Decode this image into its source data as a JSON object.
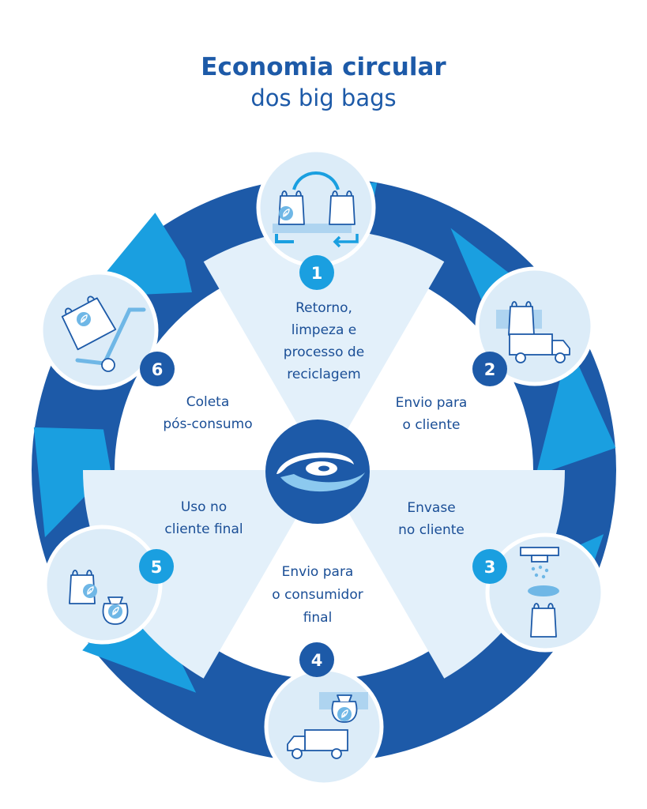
{
  "header": {
    "title": "Economia circular",
    "subtitle": "dos big bags"
  },
  "colors": {
    "ring_dark": "#1d5aa8",
    "ring_light": "#1a9fe0",
    "wedge": "#e3f0fa",
    "bubble": "#dcecf8",
    "badge_dark": "#1d5aa8",
    "badge_light": "#1a9fe0",
    "text": "#1a4e96"
  },
  "steps": [
    {
      "number": "1",
      "lines": [
        "Retorno,",
        "limpeza e",
        "processo de",
        "reciclagem"
      ],
      "icon": "bag-recycle-icon"
    },
    {
      "number": "2",
      "lines": [
        "Envio para",
        "o cliente"
      ],
      "icon": "truck-bag-icon"
    },
    {
      "number": "3",
      "lines": [
        "Envase",
        "no cliente"
      ],
      "icon": "filling-bag-icon"
    },
    {
      "number": "4",
      "lines": [
        "Envio para",
        "o consumidor",
        "final"
      ],
      "icon": "truck-sack-icon"
    },
    {
      "number": "5",
      "lines": [
        "Uso no",
        "cliente final"
      ],
      "icon": "bag-and-sack-icon"
    },
    {
      "number": "6",
      "lines": [
        "Coleta",
        "pós-consumo"
      ],
      "icon": "hand-truck-icon"
    }
  ],
  "center": {
    "icon": "company-logo-icon"
  }
}
